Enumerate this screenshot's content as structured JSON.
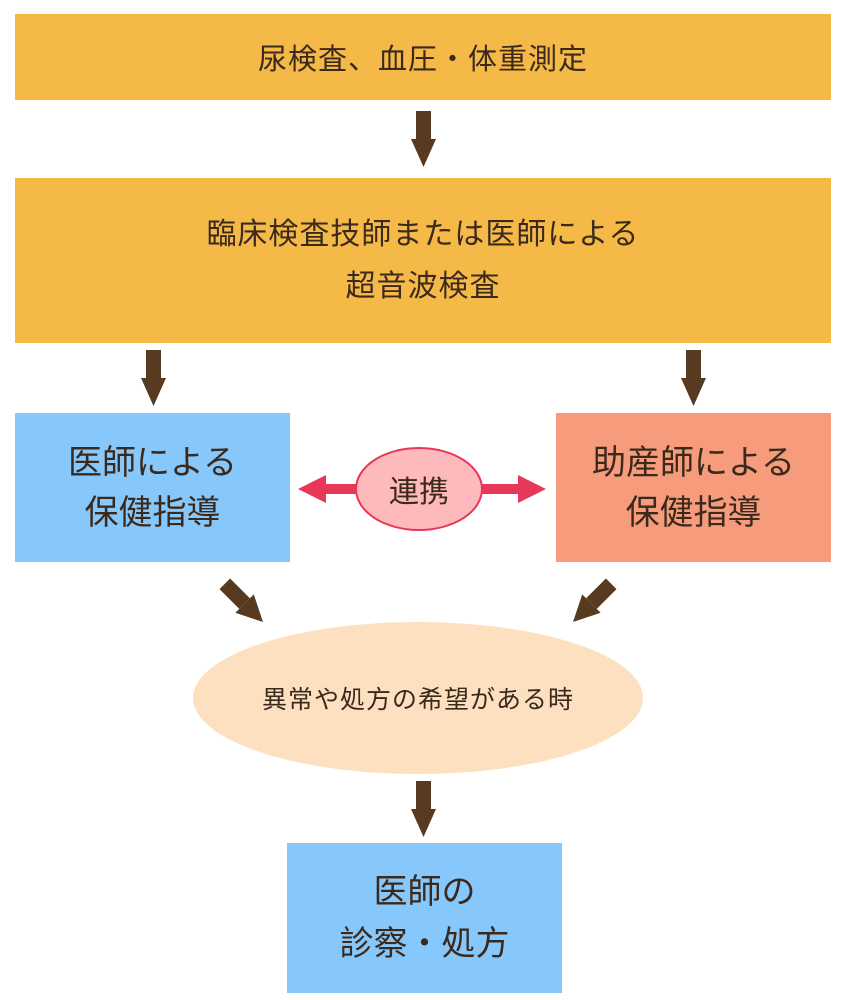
{
  "flow": {
    "step1": {
      "label": "尿検査、血圧・体重測定"
    },
    "step2": {
      "lines": [
        "臨床検査技師または医師による",
        "超音波検査"
      ]
    },
    "doctor_guidance": {
      "lines": [
        "医師による",
        "保健指導"
      ]
    },
    "midwife_guidance": {
      "lines": [
        "助産師による",
        "保健指導"
      ]
    },
    "collaboration": {
      "label": "連携"
    },
    "condition": {
      "label": "異常や処方の希望がある時"
    },
    "final_step": {
      "lines": [
        "医師の",
        "診察・処方"
      ]
    }
  },
  "colors": {
    "process_box": "#f5b947",
    "doctor_box": "#87c8fc",
    "midwife_box": "#f69c7c",
    "condition_ellipse": "#fde0c0",
    "collab_fill": "#fdb9bb",
    "collab_arrow": "#e8385a",
    "flow_arrow": "#573a1f"
  }
}
